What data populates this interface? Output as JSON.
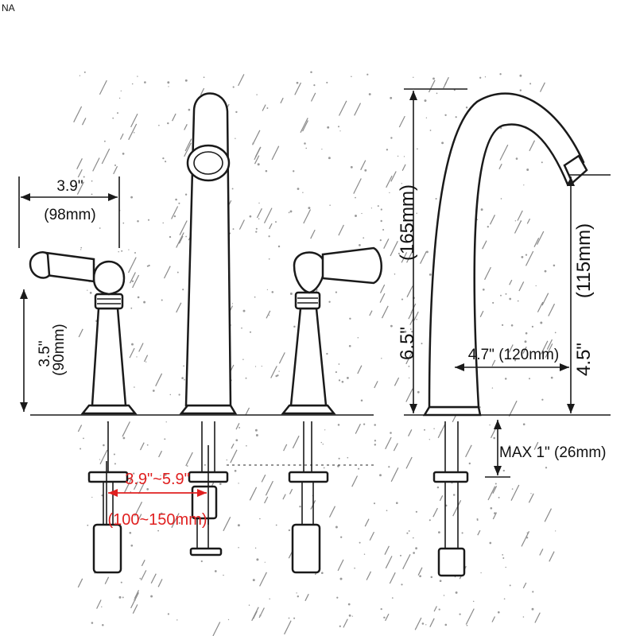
{
  "corner_mark": "NA",
  "labels": {
    "handle_width": "3.9\"",
    "handle_width_mm": "(98mm)",
    "handle_height": "3.5\"",
    "handle_height_mm": "(90mm)",
    "spread": "3.9\"~5.9\"",
    "spread_mm": "(100~150mm)",
    "spout_height": "6.5\"",
    "spout_height_mm": "(165mm)",
    "spout_reach": "4.7\" (120mm)",
    "outlet_height": "4.5\"",
    "outlet_height_mm": "(115mm)",
    "max_deck": "MAX 1\" (26mm)"
  },
  "colors": {
    "line": "#1a1a1a",
    "accent_red": "#e02020",
    "background": "#ffffff"
  }
}
